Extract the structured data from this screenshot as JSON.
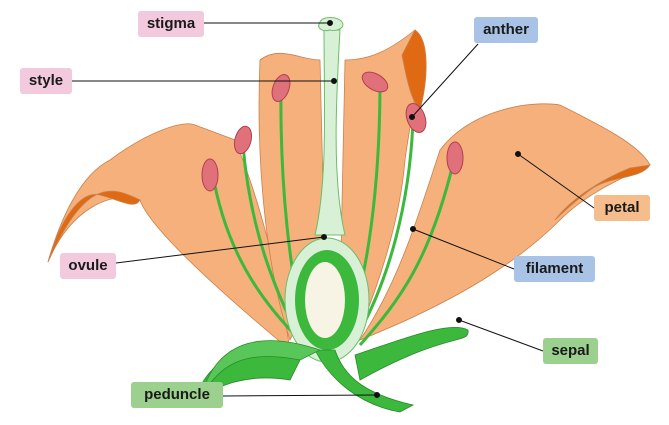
{
  "title": "Parts of a flower",
  "labels": {
    "stigma": "stigma",
    "style": "style",
    "anther": "anther",
    "petal": "petal",
    "filament": "filament",
    "sepal": "sepal",
    "ovule": "ovule",
    "peduncle": "peduncle"
  },
  "colors": {
    "female_parts": "#f3c9de",
    "male_parts": "#a8c3e6",
    "petal_label": "#f5bc8c",
    "green_parts": "#9bd08e",
    "petal": "#f6b07c",
    "petal_dark": "#e06a14",
    "stem": "#3cb83c",
    "anther": "#e0707a"
  }
}
